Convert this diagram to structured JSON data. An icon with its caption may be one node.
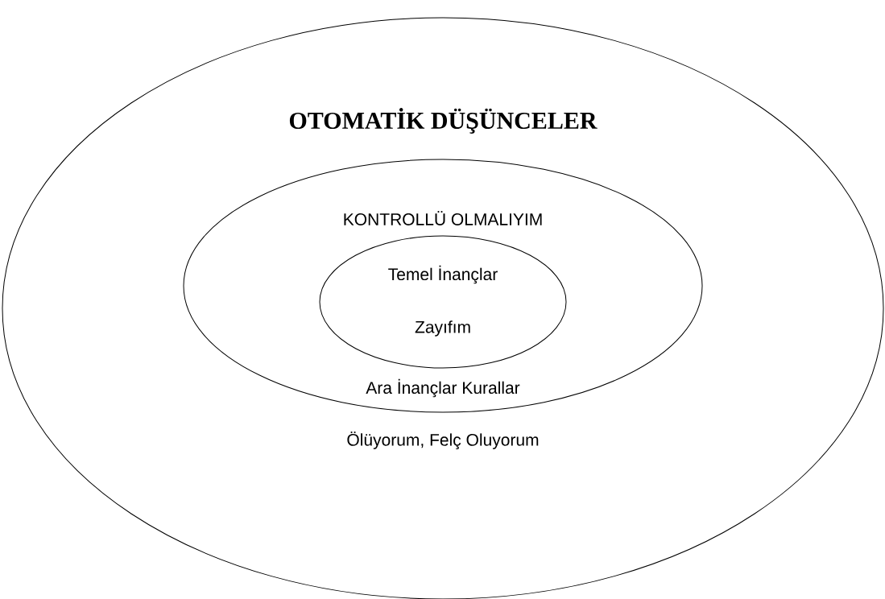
{
  "diagram": {
    "nodes": [
      {
        "text": [
          "OTOMATİK DÜŞÜNCELER",
          "Ölüyorum, Felç Oluyorum"
        ]
      },
      {
        "text": [
          "KONTROLLÜ OLMALIYIM",
          "Ara İnançlar Kurallar"
        ],
        "in": 0
      },
      {
        "text": [
          "Temel İnançlar",
          "Zayıfım"
        ],
        "in": 1
      }
    ]
  }
}
